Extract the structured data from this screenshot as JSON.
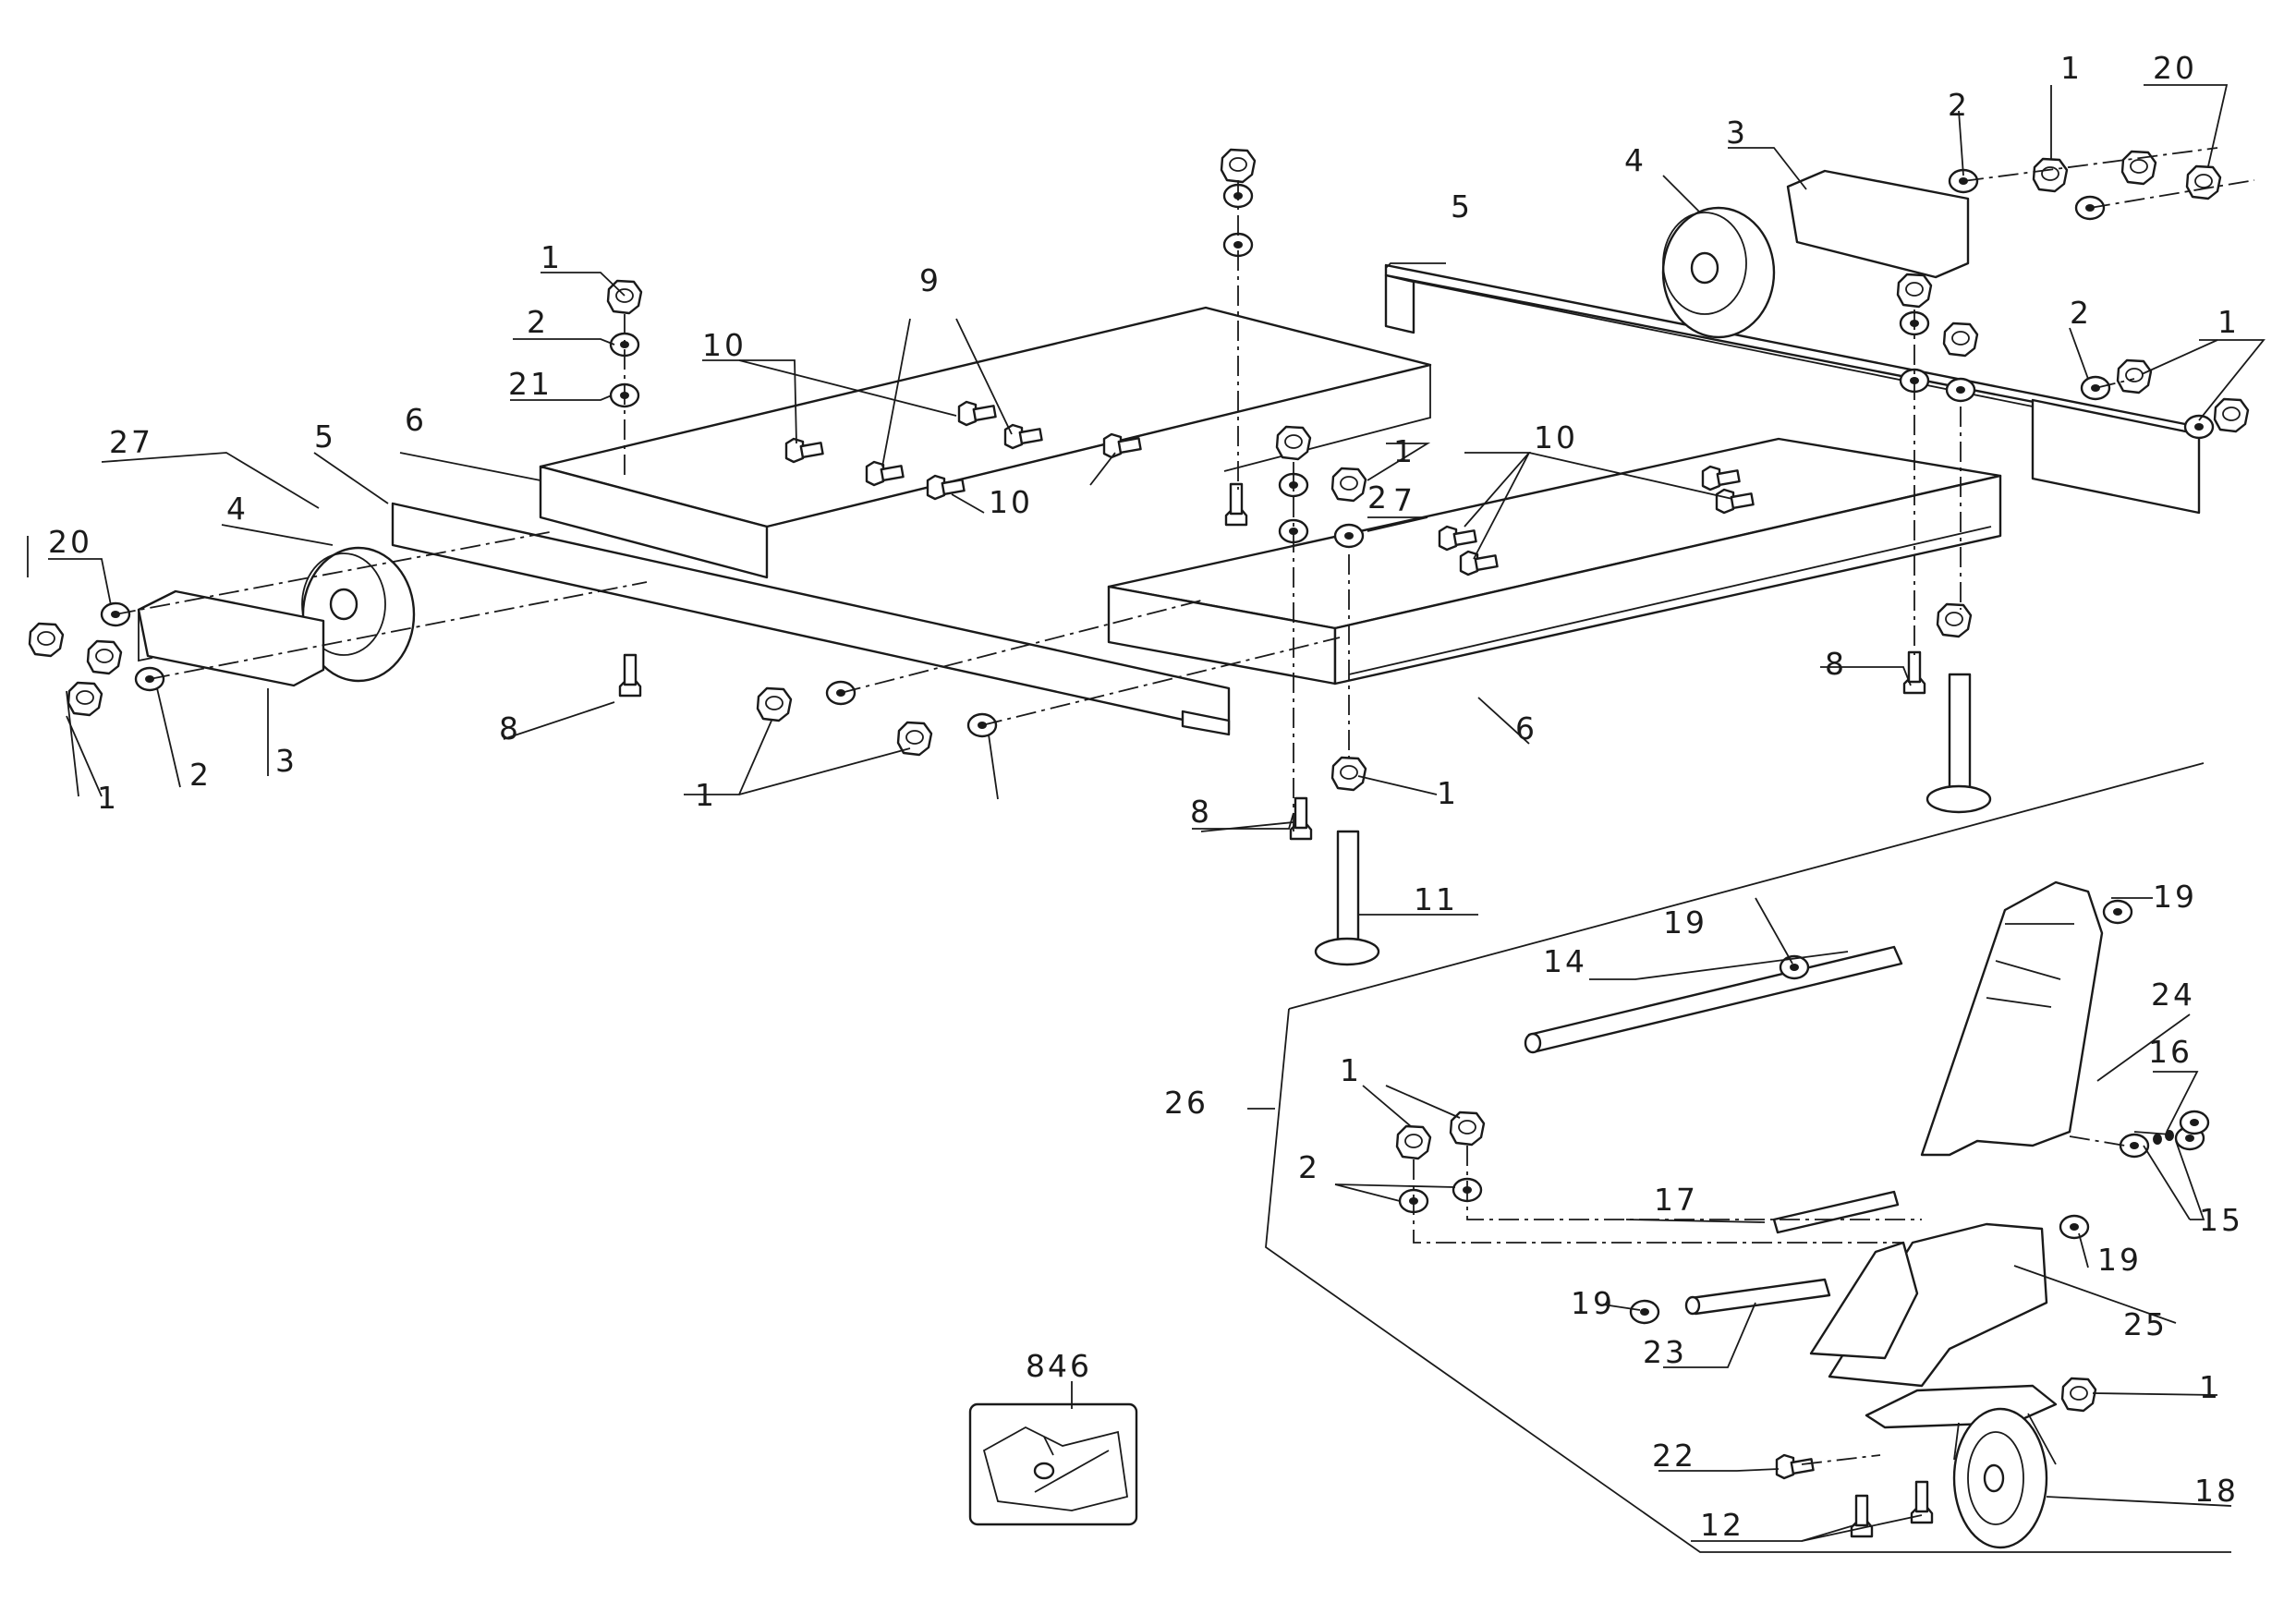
{
  "figure": {
    "kit_number": "846",
    "subassembly_callout": "26",
    "labels": [
      {
        "id": "l1a",
        "text": "1"
      },
      {
        "id": "l2a",
        "text": "2"
      },
      {
        "id": "l21",
        "text": "21"
      },
      {
        "id": "l27",
        "text": "27"
      },
      {
        "id": "l20a",
        "text": "20"
      },
      {
        "id": "l4a",
        "text": "4"
      },
      {
        "id": "l5a",
        "text": "5"
      },
      {
        "id": "l6a",
        "text": "6"
      },
      {
        "id": "l10a",
        "text": "10"
      },
      {
        "id": "l9",
        "text": "9"
      },
      {
        "id": "l10b",
        "text": "10"
      },
      {
        "id": "l1b",
        "text": "1"
      },
      {
        "id": "l2b",
        "text": "2"
      },
      {
        "id": "l3a",
        "text": "3"
      },
      {
        "id": "l8a",
        "text": "8"
      },
      {
        "id": "l1c",
        "text": "1"
      },
      {
        "id": "l2c",
        "text": "2"
      },
      {
        "id": "l1d",
        "text": "1"
      },
      {
        "id": "l7",
        "text": "7"
      },
      {
        "id": "l10c",
        "text": "10"
      },
      {
        "id": "l6b",
        "text": "6"
      },
      {
        "id": "l8b",
        "text": "8"
      },
      {
        "id": "l1e",
        "text": "1"
      },
      {
        "id": "l11",
        "text": "11"
      },
      {
        "id": "l8c",
        "text": "8"
      },
      {
        "id": "l4b",
        "text": "4"
      },
      {
        "id": "l3b",
        "text": "3"
      },
      {
        "id": "l2d",
        "text": "2"
      },
      {
        "id": "l1f",
        "text": "1"
      },
      {
        "id": "l20b",
        "text": "20"
      },
      {
        "id": "l5b",
        "text": "5"
      },
      {
        "id": "l2e",
        "text": "2"
      },
      {
        "id": "l1g",
        "text": "1"
      },
      {
        "id": "l19a",
        "text": "19"
      },
      {
        "id": "l19b",
        "text": "19"
      },
      {
        "id": "l14",
        "text": "14"
      },
      {
        "id": "l24",
        "text": "24"
      },
      {
        "id": "l1h",
        "text": "1"
      },
      {
        "id": "l2f",
        "text": "2"
      },
      {
        "id": "l16",
        "text": "16"
      },
      {
        "id": "l17",
        "text": "17"
      },
      {
        "id": "l15",
        "text": "15"
      },
      {
        "id": "l19c",
        "text": "19"
      },
      {
        "id": "l19d",
        "text": "19"
      },
      {
        "id": "l25",
        "text": "25"
      },
      {
        "id": "l23",
        "text": "23"
      },
      {
        "id": "l1i",
        "text": "1"
      },
      {
        "id": "l22",
        "text": "22"
      },
      {
        "id": "l18",
        "text": "18"
      },
      {
        "id": "l12",
        "text": "12"
      }
    ]
  }
}
